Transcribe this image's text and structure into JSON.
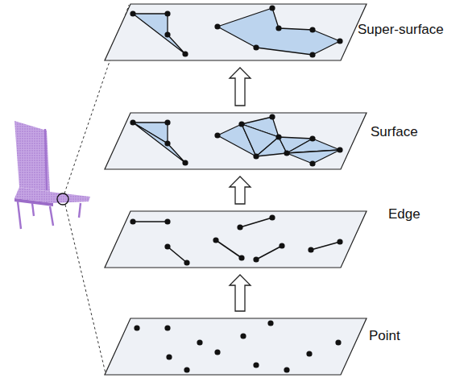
{
  "diagram": {
    "nodes": [
      {
        "text": [
          "Super-surface"
        ]
      },
      {
        "text": [
          "Surface"
        ]
      },
      {
        "text": [
          "Edge"
        ]
      },
      {
        "text": [
          "Point"
        ]
      }
    ],
    "edges": [
      {
        "from": 3,
        "to": 2,
        "arrow": "to"
      },
      {
        "from": 2,
        "to": 1,
        "arrow": "to"
      },
      {
        "from": 1,
        "to": 0,
        "arrow": "to"
      }
    ]
  }
}
